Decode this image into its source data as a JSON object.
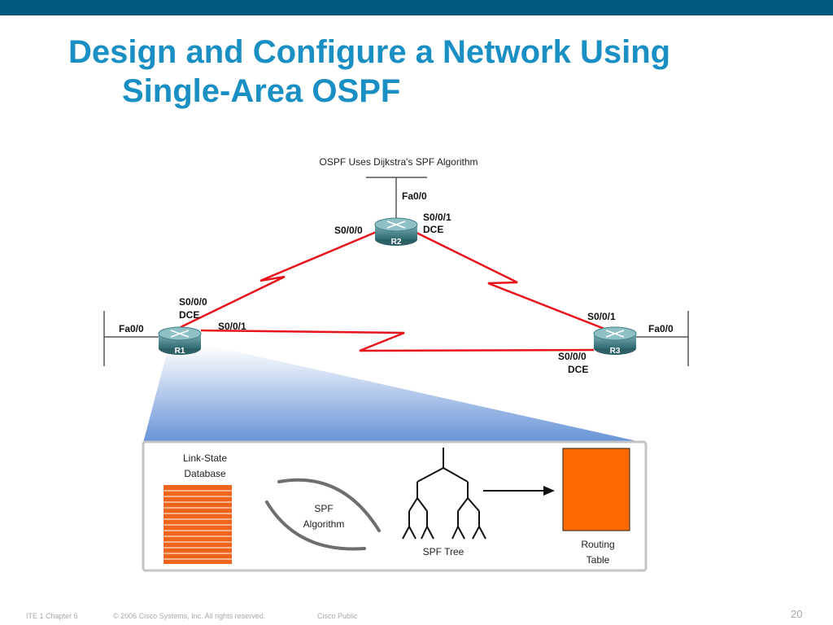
{
  "title": {
    "line1": "Design and Configure a Network Using",
    "line2": "Single-Area OSPF"
  },
  "diagram": {
    "caption": "OSPF Uses Dijkstra's SPF Algorithm",
    "routers": {
      "r1": "R1",
      "r2": "R2",
      "r3": "R3"
    },
    "interfaces": {
      "r2_fa": "Fa0/0",
      "r2_s000": "S0/0/0",
      "r2_s001": "S0/0/1",
      "r2_dce": "DCE",
      "r1_s000": "S0/0/0",
      "r1_dce": "DCE",
      "r1_fa": "Fa0/0",
      "r1_s001": "S0/0/1",
      "r3_s001": "S0/0/1",
      "r3_fa": "Fa0/0",
      "r3_s000": "S0/0/0",
      "r3_dce": "DCE"
    },
    "detail": {
      "lsdb_line1": "Link-State",
      "lsdb_line2": "Database",
      "spf_line1": "SPF",
      "spf_line2": "Algorithm",
      "tree": "SPF Tree",
      "rt_line1": "Routing",
      "rt_line2": "Table"
    }
  },
  "footer": {
    "chapter": "ITE 1 Chapter 6",
    "copyright": "© 2006 Cisco Systems, Inc. All rights reserved.",
    "classification": "Cisco Public",
    "page": "20"
  },
  "colors": {
    "top_bar": "#005a80",
    "title": "#1a8fc4",
    "serial_link": "#e8141c",
    "router": "#3f7f86",
    "database_orange": "#f0641c",
    "routing_table_orange": "#ff6a00"
  }
}
